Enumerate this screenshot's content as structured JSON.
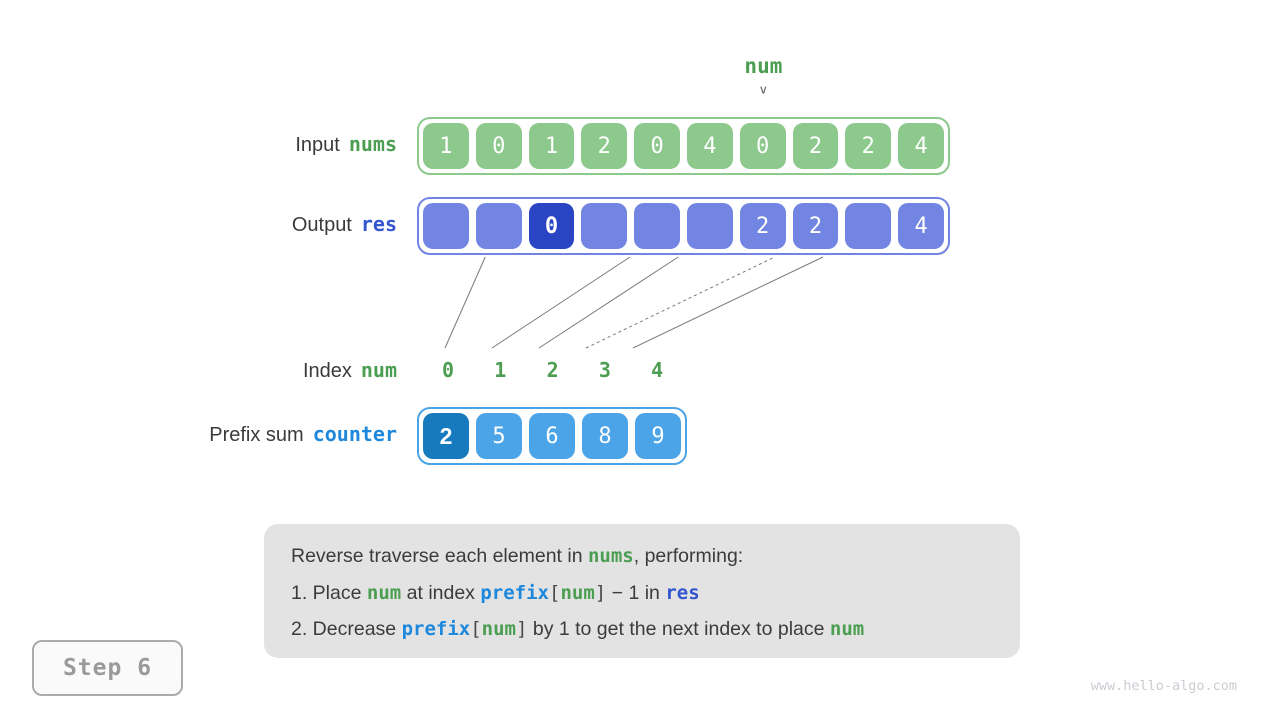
{
  "pointer": {
    "label": "num"
  },
  "labels": {
    "input_plain": "Input",
    "input_code": "nums",
    "output_plain": "Output",
    "output_code": "res",
    "index_plain": "Index",
    "index_code": "num",
    "counter_plain": "Prefix sum",
    "counter_code": "counter"
  },
  "arrays": {
    "input": {
      "values": [
        "1",
        "0",
        "1",
        "2",
        "0",
        "4",
        "0",
        "2",
        "2",
        "4"
      ],
      "pointer_index": 6
    },
    "output": {
      "values": [
        "",
        "",
        "0",
        "",
        "",
        "",
        "2",
        "2",
        "",
        "4"
      ],
      "highlight_index": 2
    },
    "index_values": [
      "0",
      "1",
      "2",
      "3",
      "4"
    ],
    "counter": {
      "values": [
        "2",
        "5",
        "6",
        "8",
        "9"
      ],
      "highlight_index": 0
    }
  },
  "connectors": [
    {
      "from_index": 0,
      "to_cell": 1,
      "dashed": false
    },
    {
      "from_index": 1,
      "to_cell": 4,
      "dashed": false
    },
    {
      "from_index": 2,
      "to_cell": 5,
      "dashed": false
    },
    {
      "from_index": 3,
      "to_cell": 7,
      "dashed": true
    },
    {
      "from_index": 4,
      "to_cell": 8,
      "dashed": false
    }
  ],
  "note": {
    "lines": [
      [
        {
          "t": "Reverse traverse each element in "
        },
        {
          "t": "nums",
          "c": "green"
        },
        {
          "t": ", performing:"
        }
      ],
      [
        {
          "t": "1. Place "
        },
        {
          "t": "num",
          "c": "green"
        },
        {
          "t": " at index "
        },
        {
          "t": "prefix",
          "c": "sky"
        },
        {
          "t": "[",
          "c": "bracket"
        },
        {
          "t": "num",
          "c": "green"
        },
        {
          "t": "]",
          "c": "bracket"
        },
        {
          "t": " − 1 in "
        },
        {
          "t": "res",
          "c": "royal"
        }
      ],
      [
        {
          "t": "2. Decrease "
        },
        {
          "t": "prefix",
          "c": "sky"
        },
        {
          "t": "[",
          "c": "bracket"
        },
        {
          "t": "num",
          "c": "green"
        },
        {
          "t": "]",
          "c": "bracket"
        },
        {
          "t": " by 1 to get the next index to place "
        },
        {
          "t": "num",
          "c": "green"
        }
      ]
    ]
  },
  "step_badge": {
    "label": "Step 6"
  },
  "watermark": "www.hello-algo.com",
  "colors": {
    "green_fill": "#8DC88D",
    "green_text": "#4C9E52",
    "periwinkle_fill": "#7285E2",
    "periwinkle_dark": "#2A45C4",
    "royal_text": "#3355CF",
    "sky_fill": "#4BA4E8",
    "sky_dark": "#177ABE",
    "sky_text": "#1E88DC",
    "note_bg": "#E3E3E3",
    "text_dark": "#3B3B3B",
    "step_gray": "#9A9A9A",
    "connector_line": "#7A7A7A",
    "watermark_gray": "#C9CDD2"
  }
}
